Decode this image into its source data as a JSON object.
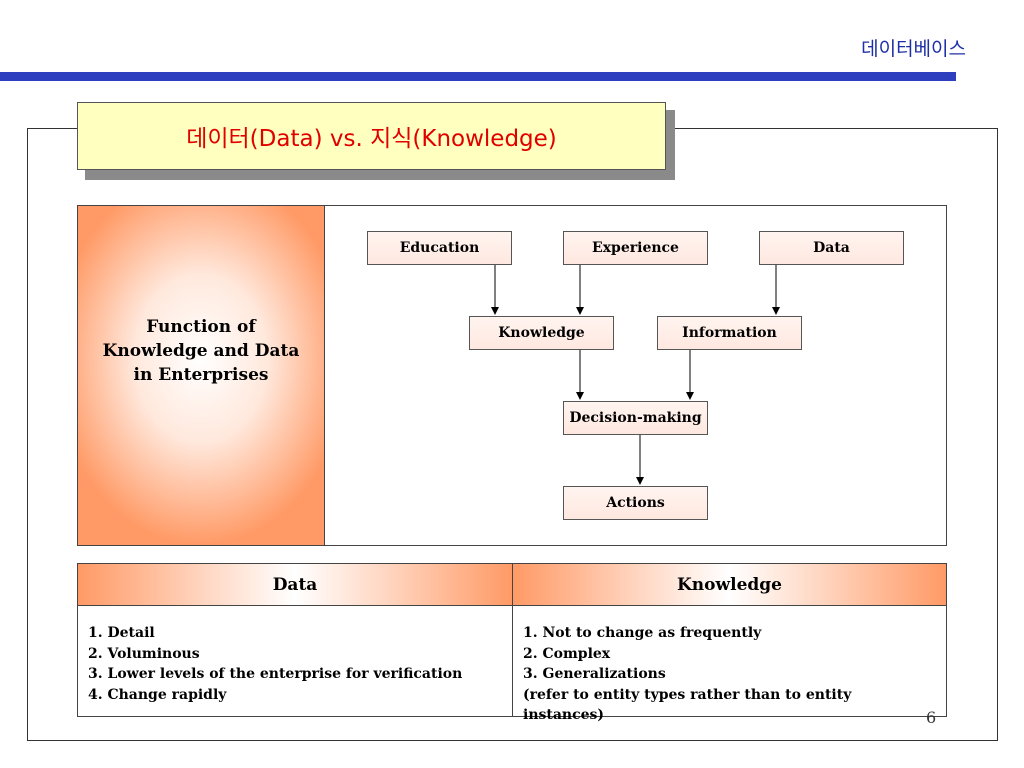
{
  "header": {
    "title": "데이터베이스"
  },
  "slide": {
    "title": "데이터(Data) vs. 지식(Knowledge)",
    "page_number": "6"
  },
  "function_panel": {
    "label_lines": [
      "Function of",
      "Knowledge and Data",
      "in Enterprises"
    ],
    "nodes": {
      "education": "Education",
      "experience": "Experience",
      "data": "Data",
      "knowledge": "Knowledge",
      "information": "Information",
      "decision_making": "Decision-making",
      "actions": "Actions"
    }
  },
  "comparison": {
    "headers": [
      "Data",
      "Knowledge"
    ],
    "data_items": [
      "1. Detail",
      "2. Voluminous",
      "3. Lower levels of the enterprise for verification",
      "4. Change rapidly"
    ],
    "knowledge_items": [
      "1. Not to change as frequently",
      "2. Complex",
      "3. Generalizations",
      "(refer to entity types rather than to entity instances)"
    ]
  },
  "colors": {
    "header_blue": "#2d3fbf",
    "title_red": "#e00000",
    "title_bg": "#ffffbf",
    "accent_orange": "#ff9a66"
  }
}
